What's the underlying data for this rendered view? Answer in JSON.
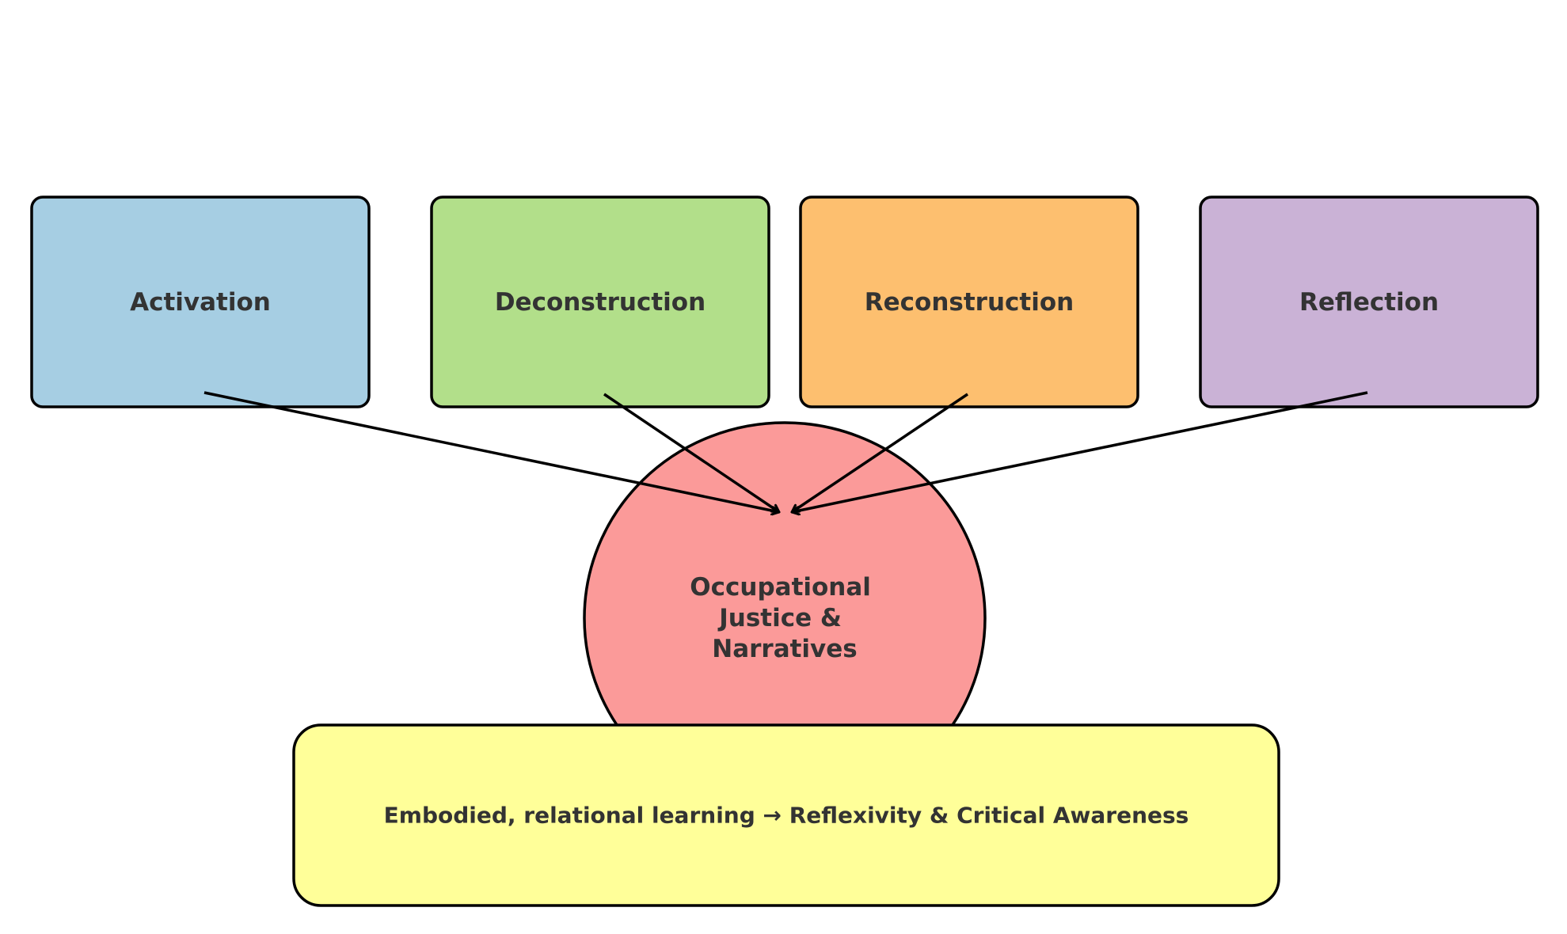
{
  "stages": [
    {
      "id": "activation",
      "label": "Activation",
      "color": "#a6cee3"
    },
    {
      "id": "deconstruction",
      "label": "Deconstruction",
      "color": "#b2df8a"
    },
    {
      "id": "reconstruction",
      "label": "Reconstruction",
      "color": "#fdbf6f"
    },
    {
      "id": "reflection",
      "label": "Reflection",
      "color": "#cab2d6"
    }
  ],
  "center": {
    "label_lines": [
      "Occupational",
      "Justice &",
      "Narratives"
    ],
    "color": "#fb9a99"
  },
  "outcome": {
    "label": "Embodied, relational learning → Reflexivity & Critical Awareness",
    "color": "#ffff99"
  },
  "colors": {
    "stroke": "#000000",
    "text": "#333333",
    "background": "#ffffff"
  }
}
